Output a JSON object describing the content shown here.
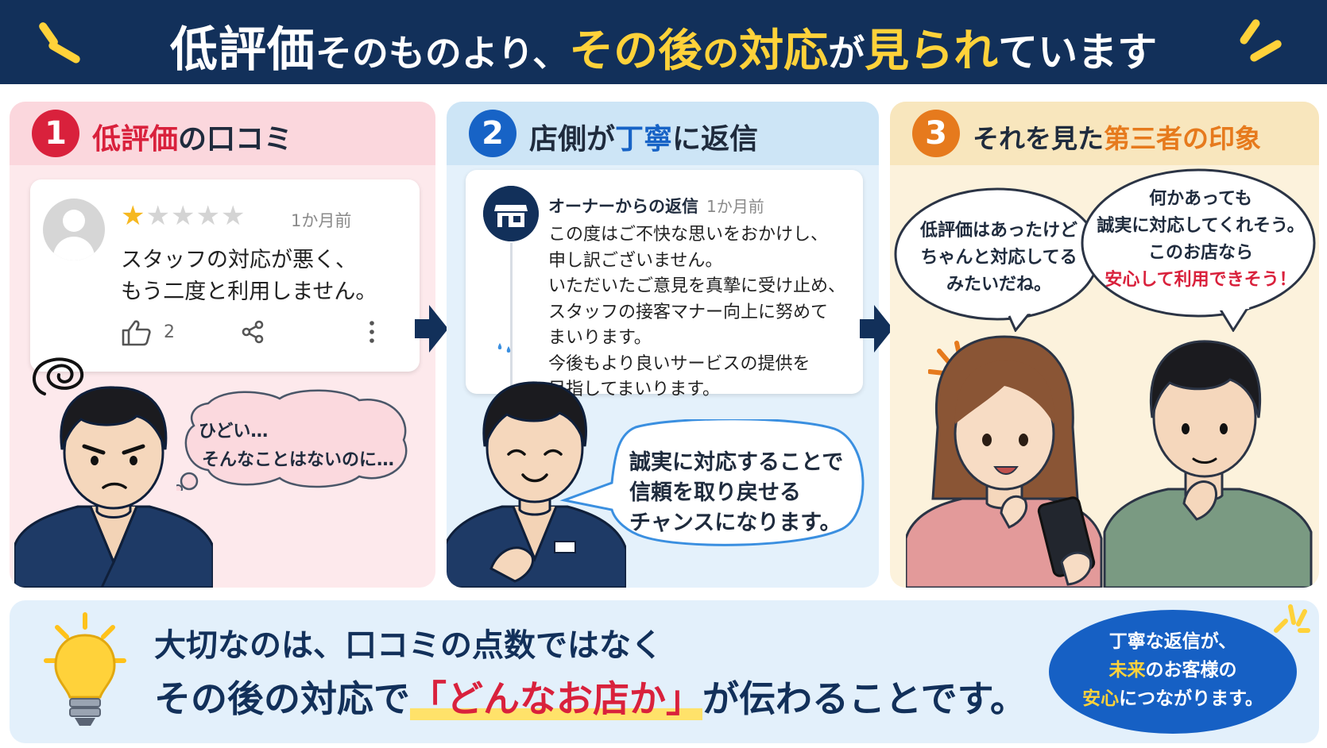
{
  "header": {
    "title_big": "低評価",
    "title_mid": "そのものより、",
    "title_yellow_1": "その後",
    "title_yellow_small": "の",
    "title_yellow_2": "対応",
    "title_white_2": "が",
    "title_yellow_3": "見られ",
    "title_end": "ています"
  },
  "panel1": {
    "number": "1",
    "title_red": "低評価",
    "title_rest": "の口コミ",
    "review": {
      "date": "1か月前",
      "text_line1": "スタッフの対応が悪く、",
      "text_line2": "もう二度と利用しません。",
      "likes": "2"
    },
    "rating": {
      "value": 1,
      "max": 5
    },
    "thought_line1": "ひどい…",
    "thought_line2": "そんなことはないのに…"
  },
  "panel2": {
    "number": "2",
    "title_rest1": "店側が",
    "title_blue": "丁寧",
    "title_rest2": "に返信",
    "reply": {
      "author": "オーナーからの返信",
      "date": "1か月前",
      "lines": [
        "この度はご不快な思いをおかけし、",
        "申し訳ございません。",
        "いただいたご意見を真摯に受け止め、",
        "スタッフの接客マナー向上に努めて",
        "まいります。",
        "今後もより良いサービスの提供を",
        "目指してまいります。"
      ]
    },
    "speech_line1": "誠実に対応することで",
    "speech_line2": "信頼を取り戻せる",
    "speech_line3": "チャンスになります。"
  },
  "panel3": {
    "number": "3",
    "title_rest": "それを見た",
    "title_orange": "第三者の印象",
    "speech_a": [
      "低評価はあったけど",
      "ちゃんと対応してる",
      "みたいだね。"
    ],
    "speech_b_line1": "何かあっても",
    "speech_b_line2": "誠実に対応してくれそう。",
    "speech_b_line3": "このお店なら",
    "speech_b_line4": "安心して利用できそう！"
  },
  "bottom": {
    "line1": "大切なのは、口コミの点数ではなく",
    "line2_start": "その後の対応で",
    "line2_highlight": "「どんなお店か」",
    "line2_end": "が伝わることです。",
    "oval_line1": "丁寧な返信が、",
    "oval_yellow_1": "未来",
    "oval_line2_rest": "のお客様の",
    "oval_yellow_2": "安心",
    "oval_line3_rest": "につながります。"
  },
  "colors": {
    "navy": "#12305a",
    "yellow": "#ffd23a",
    "red": "#d9213c",
    "blue": "#1763c6",
    "orange": "#e67a1d"
  },
  "icons": [
    "spark-icon",
    "avatar-icon",
    "star-icon",
    "thumbs-up-icon",
    "share-icon",
    "more-vertical-icon",
    "store-icon",
    "sweat-icon",
    "arrow-right-icon",
    "impact-icon",
    "light-bulb-icon"
  ]
}
